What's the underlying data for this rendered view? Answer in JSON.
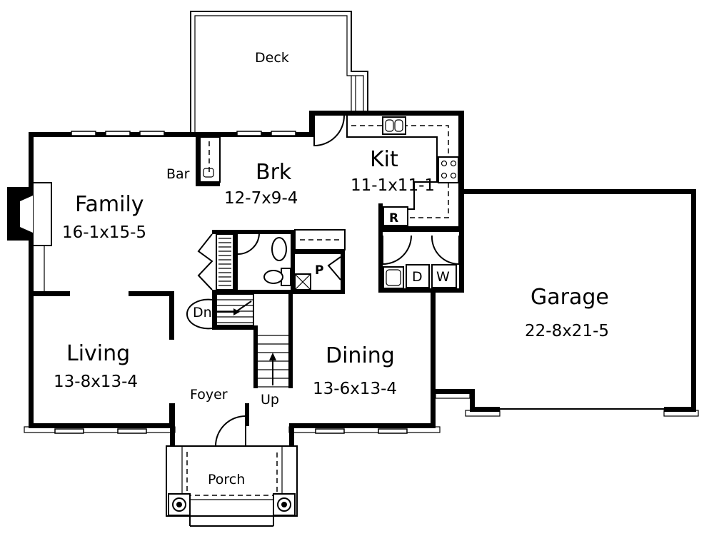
{
  "rooms": {
    "deck": {
      "name": "Deck"
    },
    "kit": {
      "name": "Kit",
      "size": "11-1x11-1"
    },
    "brk": {
      "name": "Brk",
      "size": "12-7x9-4"
    },
    "bar": {
      "name": "Bar"
    },
    "family": {
      "name": "Family",
      "size": "16-1x15-5"
    },
    "garage": {
      "name": "Garage",
      "size": "22-8x21-5"
    },
    "living": {
      "name": "Living",
      "size": "13-8x13-4"
    },
    "dining": {
      "name": "Dining",
      "size": "13-6x13-4"
    },
    "foyer": {
      "name": "Foyer"
    },
    "porch": {
      "name": "Porch"
    }
  },
  "fixtures": {
    "refrigerator": "R",
    "pantry": "P",
    "dryer": "D",
    "washer": "W"
  },
  "stairs": {
    "down": "Dn",
    "up": "Up"
  }
}
